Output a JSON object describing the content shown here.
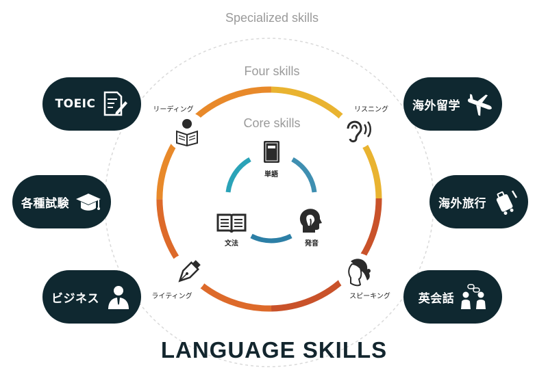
{
  "labels": {
    "specialized": "Specialized skills",
    "four": "Four skills",
    "core": "Core skills",
    "title": "LANGUAGE SKILLS"
  },
  "four_skills": {
    "reading": "リーディング",
    "listening": "リスニング",
    "writing": "ライティング",
    "speaking": "スピーキング"
  },
  "core_skills": {
    "vocabulary": "単語",
    "grammar": "文法",
    "pronunciation": "発音"
  },
  "specialized": {
    "toeic": "TOEIC",
    "exams": "各種試験",
    "business": "ビジネス",
    "study_abroad": "海外留学",
    "travel": "海外旅行",
    "conversation": "英会話"
  },
  "icons": {
    "toeic": "test-sheet-pen-icon",
    "exams": "graduation-cap-icon",
    "business": "businessman-icon",
    "study_abroad": "airplane-icon",
    "travel": "luggage-icon",
    "conversation": "talking-people-icon",
    "reading": "reading-person-icon",
    "listening": "ear-icon",
    "writing": "fountain-pen-icon",
    "speaking": "speaking-woman-icon",
    "vocabulary": "notebook-icon",
    "grammar": "open-book-icon",
    "pronunciation": "head-profile-icon"
  },
  "colors": {
    "pill": "#0f2830",
    "ring_orange": "#e8892a",
    "ring_yellow": "#e9b330",
    "ring_red": "#c9522a",
    "core_teal": "#2aa3b8",
    "core_blue": "#3f8fb1",
    "dashed": "#d9d9d9"
  }
}
